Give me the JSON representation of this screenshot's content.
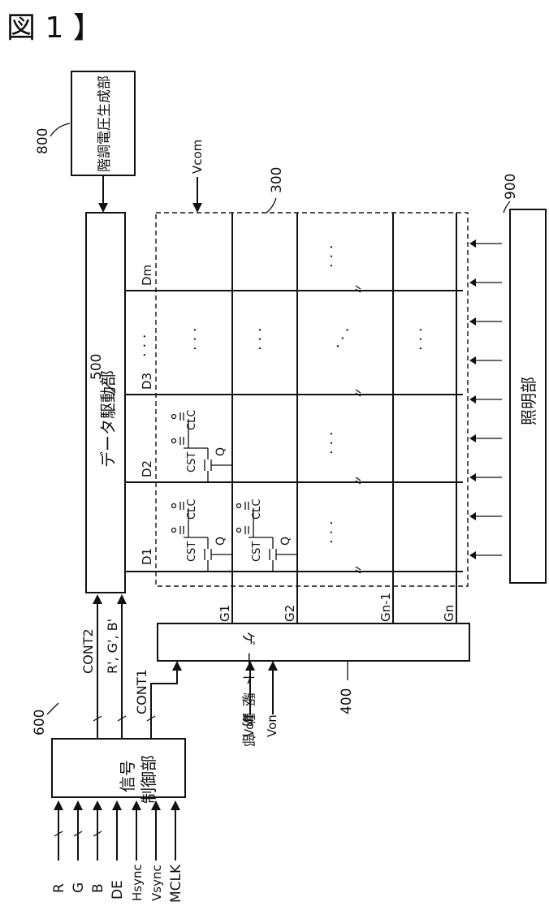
{
  "figure_label": "図 1 】",
  "blocks": {
    "gray_voltage": {
      "ref": "800",
      "label": "階調電圧生成部"
    },
    "data_driver": {
      "ref": "500",
      "label": "データ駆動部"
    },
    "panel": {
      "ref": "300"
    },
    "lighting": {
      "ref": "900",
      "label": "照明部"
    },
    "gate_driver": {
      "ref": "400",
      "label": "ゲート駆動部"
    },
    "controller": {
      "ref": "600",
      "label_line1": "信号",
      "label_line2": "制御部"
    }
  },
  "vcom": "Vcom",
  "signals": {
    "cont2": "CONT2",
    "rgb_prime": "R', G', B'",
    "cont1": "CONT1"
  },
  "gate_power": [
    "Voff",
    "Von"
  ],
  "inputs": [
    "R",
    "G",
    "B",
    "DE",
    "Hsync",
    "Vsync",
    "MCLK"
  ],
  "data_lines": [
    "D1",
    "D2",
    "D3",
    "Dm"
  ],
  "gate_lines": [
    "G1",
    "G2",
    "Gn-1",
    "Gn"
  ],
  "pixel": {
    "cst": "CST",
    "clc": "CLC",
    "tft": "Q"
  },
  "ellipsis": "· · ·"
}
